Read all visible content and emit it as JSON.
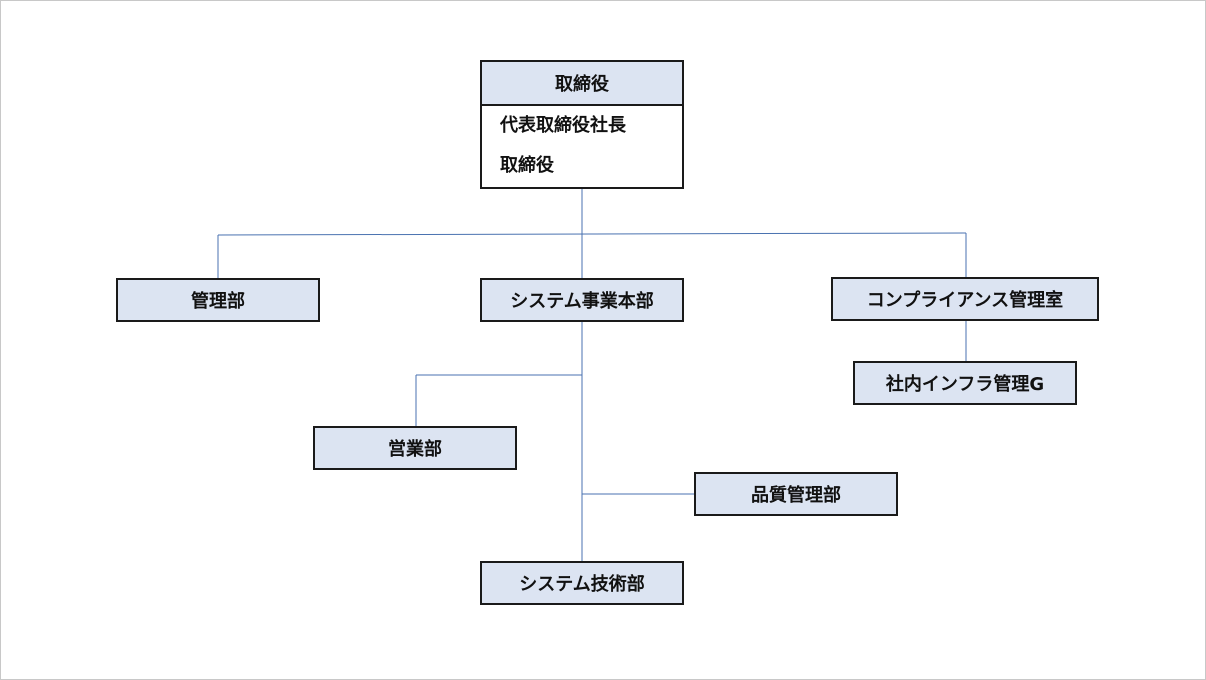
{
  "org_chart": {
    "board": {
      "title": "取締役",
      "members": [
        "代表取締役社長",
        "取締役"
      ]
    },
    "departments": {
      "kanri": "管理部",
      "system_hq": "システム事業本部",
      "compliance": "コンプライアンス管理室",
      "infra": "社内インフラ管理G",
      "sales": "営業部",
      "quality": "品質管理部",
      "system_tech": "システム技術部"
    }
  },
  "colors": {
    "box_fill": "#dce4f2",
    "box_border": "#1a1a1a",
    "connector": "#4a72b0"
  }
}
